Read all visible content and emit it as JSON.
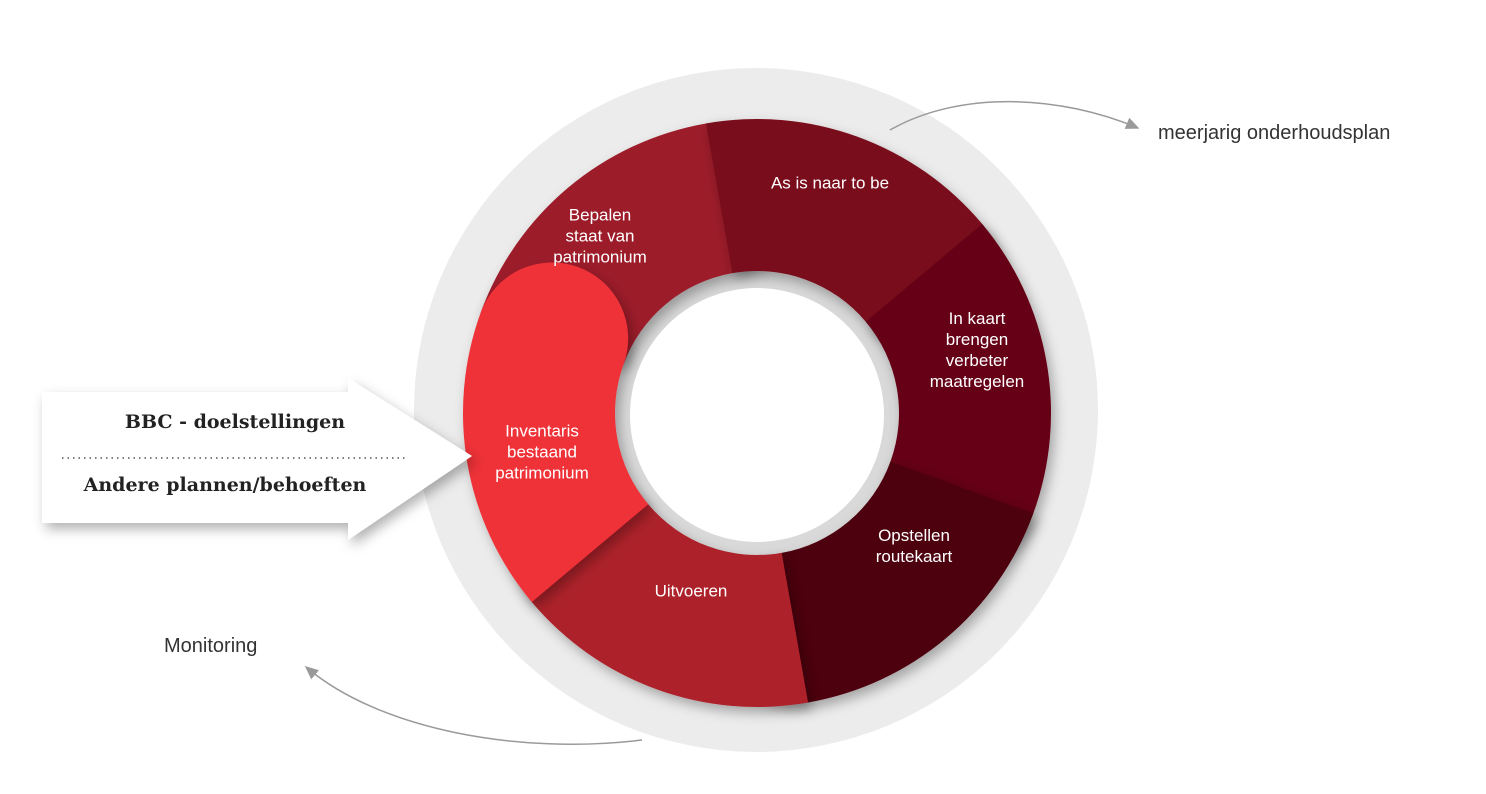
{
  "segments": [
    {
      "label": "Inventaris\nbestaand\npatrimonium",
      "color": "#ee3039"
    },
    {
      "label": "Uitvoeren",
      "color": "#ad212c"
    },
    {
      "label": "Opstellen\nroutekaart",
      "color": "#4d0010"
    },
    {
      "label": "In kaart\nbrengen\nverbeter\nmaatregelen",
      "color": "#650513"
    },
    {
      "label": "As is naar to be",
      "color": "#7a0f1c"
    },
    {
      "label": "Bepalen\nstaat van\npatrimonium",
      "color": "#9c1e2b"
    }
  ],
  "input_arrow": {
    "top": "BBC - doelstellingen",
    "bottom": "Andere plannen/behoeften"
  },
  "outputs": {
    "top_right": "meerjarig onderhoudsplan",
    "bottom_left": "Monitoring"
  },
  "colors": {
    "ring_bg": "#ececec",
    "connector": "#9a9a9a"
  }
}
